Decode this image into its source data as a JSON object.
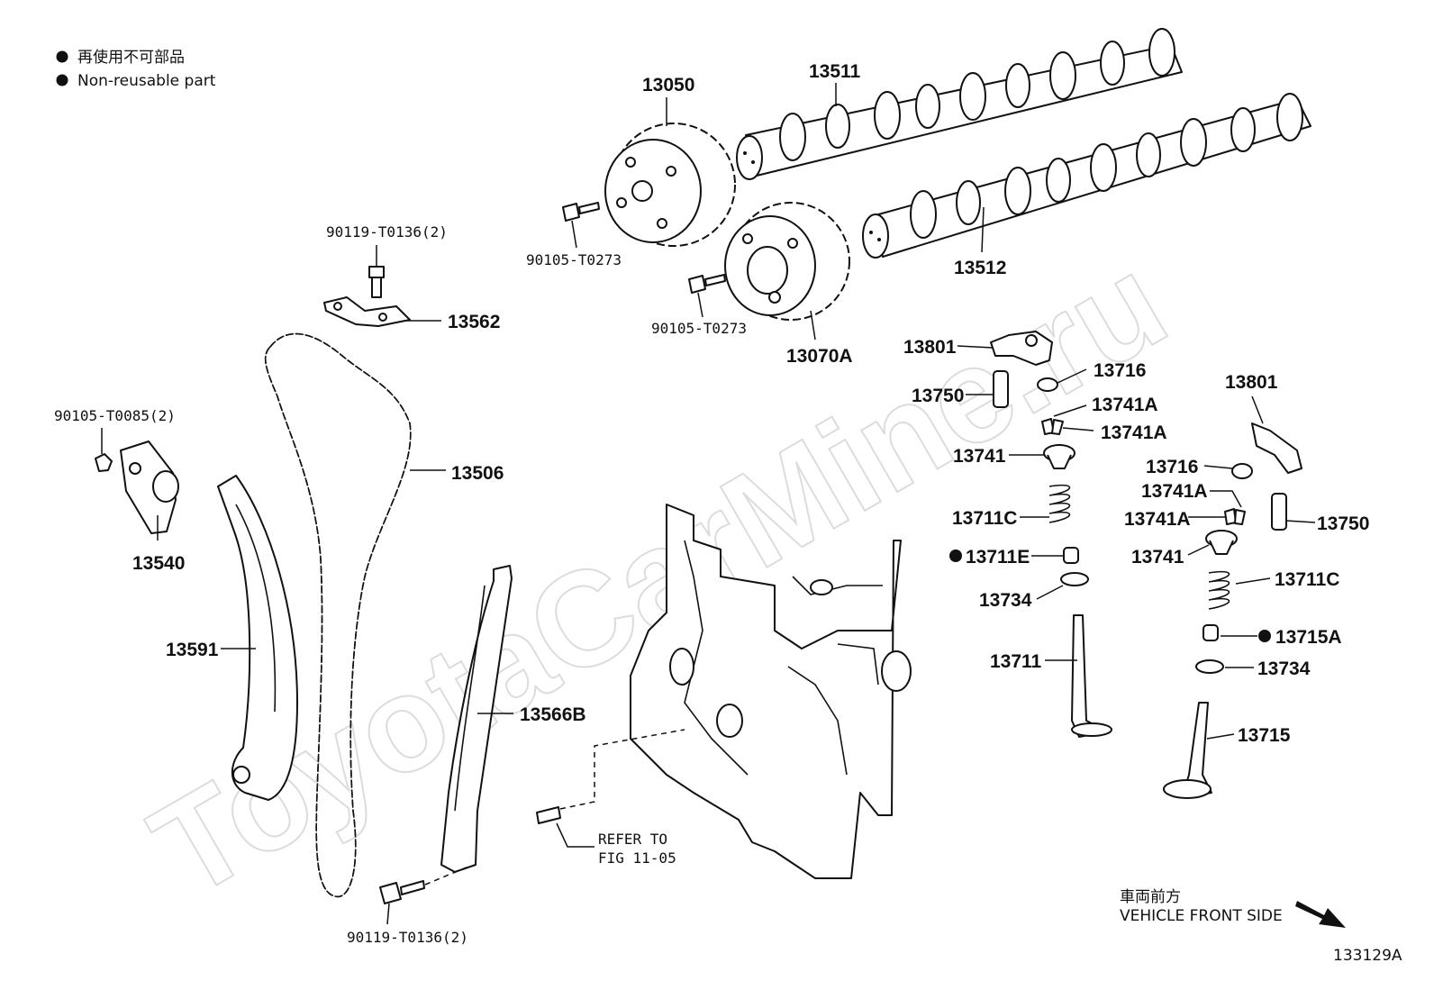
{
  "legend": {
    "jp": "再使用不可部品",
    "en": "Non-reusable part"
  },
  "watermark": "ToyotaCarMine.ru",
  "labels": {
    "p13050": "13050",
    "p13511": "13511",
    "p13512": "13512",
    "p13070a": "13070A",
    "b_90105_t0273_a": "90105-T0273",
    "b_90105_t0273_b": "90105-T0273",
    "b_90119_top": "90119-T0136(2)",
    "p13562": "13562",
    "b_90105_t0085": "90105-T0085(2)",
    "p13540": "13540",
    "p13506": "13506",
    "p13591": "13591",
    "p13566b": "13566B",
    "b_90119_bottom": "90119-T0136(2)",
    "refer": "REFER TO",
    "refer_fig": "FIG 11-05",
    "p13801_a": "13801",
    "p13716_a": "13716",
    "p13750_a": "13750",
    "p13741a_1": "13741A",
    "p13741a_2": "13741A",
    "p13741_a": "13741",
    "p13711c_a": "13711C",
    "p13711e": "13711E",
    "p13734_a": "13734",
    "p13711": "13711",
    "p13801_b": "13801",
    "p13716_b": "13716",
    "p13741a_3": "13741A",
    "p13741a_4": "13741A",
    "p13750_b": "13750",
    "p13741_b": "13741",
    "p13711c_b": "13711C",
    "p13715a": "13715A",
    "p13734_b": "13734",
    "p13715": "13715"
  },
  "direction": {
    "jp": "車両前方",
    "en": "VEHICLE FRONT SIDE"
  },
  "figure_id": "133129A"
}
